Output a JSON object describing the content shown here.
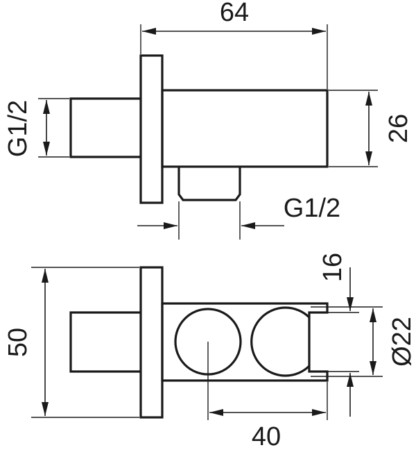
{
  "dimensions": {
    "width_64": "64",
    "height_26": "26",
    "thread_left": "G1/2",
    "thread_bottom": "G1/2",
    "height_50": "50",
    "offset_16": "16",
    "diameter_22": "Ø22",
    "spacing_40": "40"
  },
  "colors": {
    "line": "#1a1a1a",
    "background": "#ffffff"
  }
}
